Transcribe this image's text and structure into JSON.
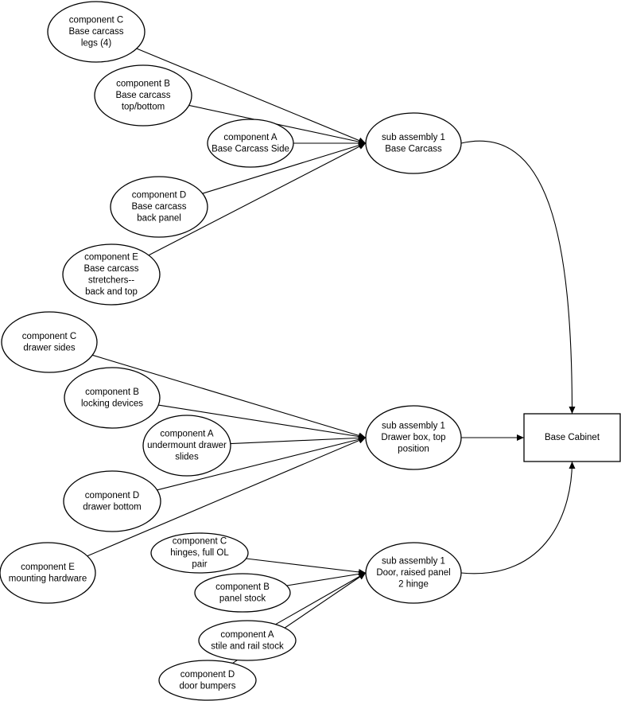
{
  "nodes": [
    {
      "id": "sa1",
      "lines": [
        "sub assembly 1",
        "Base Carcass"
      ]
    },
    {
      "id": "sa2",
      "lines": [
        "sub assembly 1",
        "Drawer box, top",
        "position"
      ]
    },
    {
      "id": "sa3",
      "lines": [
        "sub assembly 1",
        "Door, raised panel",
        "2 hinge"
      ]
    },
    {
      "id": "cab",
      "lines": [
        "Base Cabinet"
      ]
    },
    {
      "id": "c1C",
      "lines": [
        "component C",
        "Base carcass",
        "legs (4)"
      ]
    },
    {
      "id": "c1B",
      "lines": [
        "component B",
        "Base carcass",
        "top/bottom"
      ]
    },
    {
      "id": "c1A",
      "lines": [
        "component A",
        "Base Carcass Side"
      ]
    },
    {
      "id": "c1D",
      "lines": [
        "component D",
        "Base carcass",
        "back panel"
      ]
    },
    {
      "id": "c1E",
      "lines": [
        "component E",
        "Base carcass",
        "stretchers--",
        "back and top"
      ]
    },
    {
      "id": "c2C",
      "lines": [
        "component C",
        "drawer sides"
      ]
    },
    {
      "id": "c2B",
      "lines": [
        "component B",
        "locking devices"
      ]
    },
    {
      "id": "c2A",
      "lines": [
        "component A",
        "undermount drawer",
        "slides"
      ]
    },
    {
      "id": "c2D",
      "lines": [
        "component D",
        "drawer bottom"
      ]
    },
    {
      "id": "c2E",
      "lines": [
        "component E",
        "mounting hardware"
      ]
    },
    {
      "id": "c3C",
      "lines": [
        "component C",
        "hinges, full OL",
        "pair"
      ]
    },
    {
      "id": "c3B",
      "lines": [
        "component B",
        "panel stock"
      ]
    },
    {
      "id": "c3A",
      "lines": [
        "component A",
        "stile and rail stock"
      ]
    },
    {
      "id": "c3D",
      "lines": [
        "component D",
        "door bumpers"
      ]
    }
  ],
  "edges": [
    {
      "from": "c1C",
      "to": "sa1"
    },
    {
      "from": "c1B",
      "to": "sa1"
    },
    {
      "from": "c1A",
      "to": "sa1"
    },
    {
      "from": "c1D",
      "to": "sa1"
    },
    {
      "from": "c1E",
      "to": "sa1"
    },
    {
      "from": "c2C",
      "to": "sa2"
    },
    {
      "from": "c2B",
      "to": "sa2"
    },
    {
      "from": "c2A",
      "to": "sa2"
    },
    {
      "from": "c2D",
      "to": "sa2"
    },
    {
      "from": "c2E",
      "to": "sa2"
    },
    {
      "from": "c3C",
      "to": "sa3"
    },
    {
      "from": "c3B",
      "to": "sa3"
    },
    {
      "from": "c3A",
      "to": "sa3"
    },
    {
      "from": "c3D",
      "to": "sa3"
    },
    {
      "from": "sa1",
      "to": "cab"
    },
    {
      "from": "sa2",
      "to": "cab"
    },
    {
      "from": "sa3",
      "to": "cab"
    }
  ]
}
